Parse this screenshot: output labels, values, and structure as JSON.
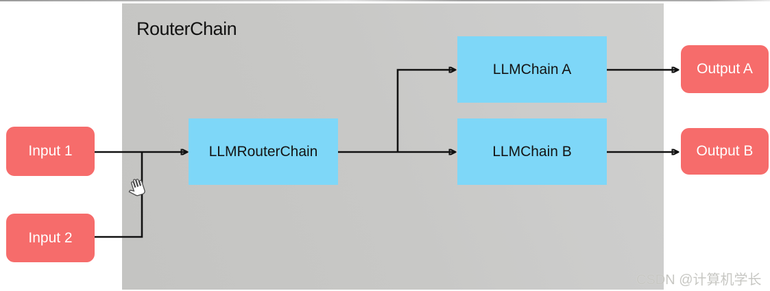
{
  "panel": {
    "title": "RouterChain"
  },
  "nodes": {
    "input1": {
      "label": "Input 1",
      "type": "input"
    },
    "input2": {
      "label": "Input 2",
      "type": "input"
    },
    "router": {
      "label": "LLMRouterChain",
      "type": "chain"
    },
    "chain_a": {
      "label": "LLMChain A",
      "type": "chain"
    },
    "chain_b": {
      "label": "LLMChain B",
      "type": "chain"
    },
    "output_a": {
      "label": "Output A",
      "type": "output"
    },
    "output_b": {
      "label": "Output B",
      "type": "output"
    }
  },
  "edges": [
    {
      "from": "Input 1",
      "to": "LLMRouterChain"
    },
    {
      "from": "Input 2",
      "to": "LLMRouterChain"
    },
    {
      "from": "LLMRouterChain",
      "to": "LLMChain A"
    },
    {
      "from": "LLMRouterChain",
      "to": "LLMChain B"
    },
    {
      "from": "LLMChain A",
      "to": "Output A"
    },
    {
      "from": "LLMChain B",
      "to": "Output B"
    }
  ],
  "watermark": "CSDN @计算机学长",
  "cursor": "open-hand-grab-cursor",
  "colors": {
    "panel_gray": "#c8c8c6",
    "node_blue": "#7ed7f8",
    "node_red": "#f66c6b",
    "arrow_black": "#111111",
    "watermark_gray": "#c7c7c3"
  }
}
